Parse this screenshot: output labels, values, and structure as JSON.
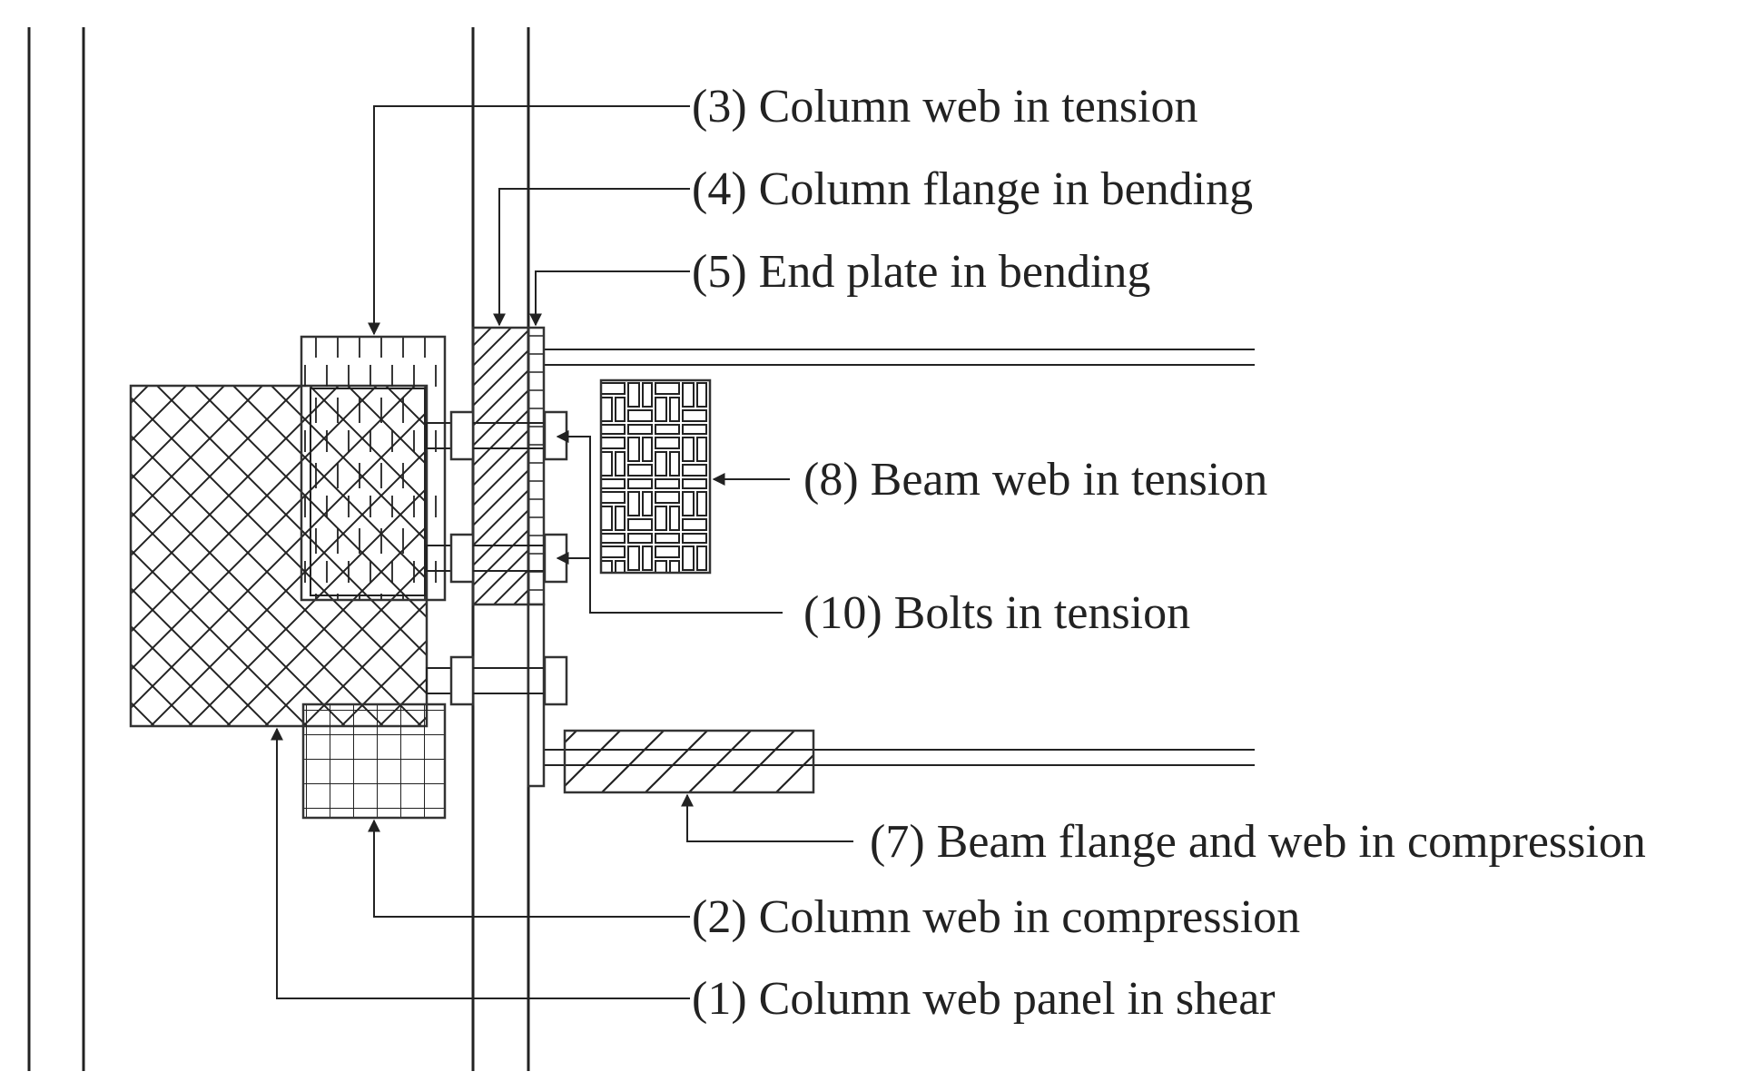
{
  "labels": {
    "l3": "(3) Column web in tension",
    "l4": "(4) Column flange in bending",
    "l5": "(5) End plate in bending",
    "l8": "(8) Beam web in tension",
    "l10": "(10) Bolts in tension",
    "l7": "(7) Beam flange and web in compression",
    "l2": "(2) Column web in compression",
    "l1": "(1) Column web panel in shear"
  },
  "colors": {
    "ink": "#222222",
    "background": "#ffffff"
  }
}
